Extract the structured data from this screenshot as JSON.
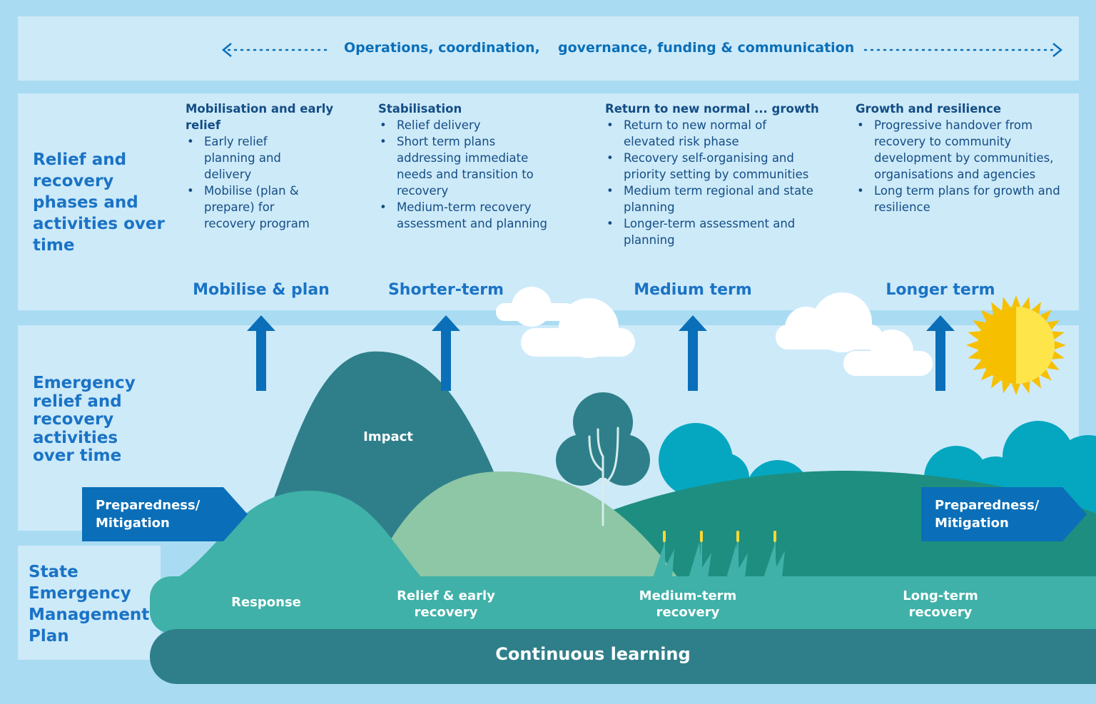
{
  "banner": {
    "left_text": "Operations, coordination,",
    "right_text": "governance, funding & communication"
  },
  "side_labels": {
    "phases": "Relief and recovery phases and activities over time",
    "activities": "Emergency relief and recovery activities over time",
    "semp": "State Emergency Management Plan"
  },
  "phases": [
    {
      "title": "Mobilisation and early relief",
      "items": [
        "Early relief planning and delivery",
        "Mobilise (plan & prepare) for recovery program"
      ],
      "term": "Mobilise & plan"
    },
    {
      "title": "Stabilisation",
      "items": [
        "Relief delivery",
        "Short term plans addressing immediate needs and transition to recovery",
        "Medium-term recovery assessment and planning"
      ],
      "term": "Shorter-term"
    },
    {
      "title": "Return to new normal ... growth",
      "items": [
        "Return to new normal of elevated risk phase",
        "Recovery self-organising and priority setting by communities",
        "Medium term regional and state planning",
        "Longer-term assessment and planning"
      ],
      "term": "Medium term"
    },
    {
      "title": "Growth and resilience",
      "items": [
        "Progressive handover from recovery to community development by communities, organisations and agencies",
        "Long term plans for growth and resilience"
      ],
      "term": "Longer term"
    }
  ],
  "landscape": {
    "impact": "Impact",
    "preparedness_left": "Preparedness/ Mitigation",
    "preparedness_right": "Preparedness/ Mitigation",
    "response": "Response",
    "relief_early": "Relief & early recovery",
    "medium_recovery": "Medium-term recovery",
    "long_recovery": "Long-term recovery",
    "continuous_learning": "Continuous learning"
  },
  "colors": {
    "background": "#a9dcf2",
    "panel": "#cdeaf9",
    "heading_blue": "#1a73c5",
    "arrow_blue": "#0a6fb8",
    "dark_teal": "#2f7f8a",
    "mid_teal": "#3fb1a8",
    "light_green": "#8ec7a6",
    "hill_green": "#1e8e80",
    "tree_cyan": "#04a7bf",
    "sun_yellow": "#fcd833"
  }
}
